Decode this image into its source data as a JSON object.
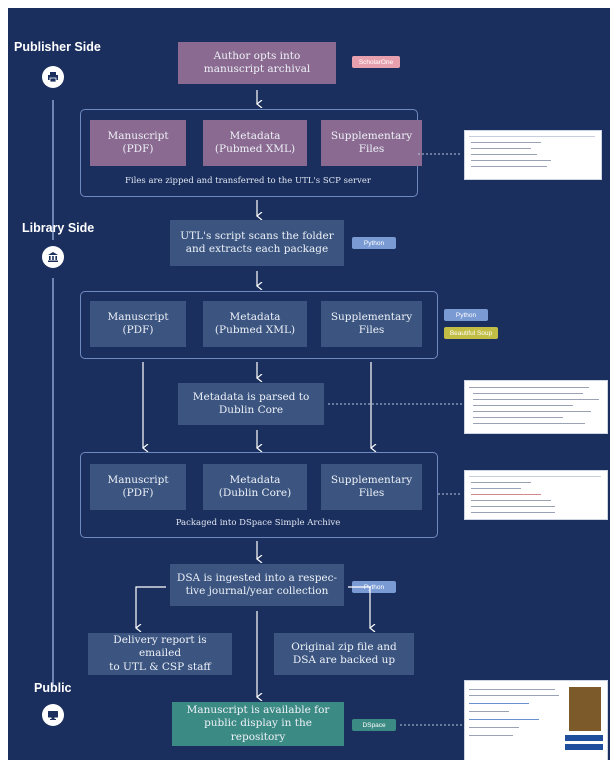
{
  "sides": {
    "publisher": "Publisher Side",
    "library": "Library Side",
    "public": "Public"
  },
  "icons": {
    "publisher": "printer-icon",
    "library": "library-icon",
    "public": "monitor-icon"
  },
  "boxes": {
    "author_opts": "Author opts into\nmanuscript archival",
    "files1": [
      "Manuscript\n(PDF)",
      "Metadata\n(Pubmed XML)",
      "Supplementary\nFiles"
    ],
    "script_scans": "UTL's script scans the folder\nand extracts each package",
    "files2": [
      "Manuscript\n(PDF)",
      "Metadata\n(Pubmed XML)",
      "Supplementary\nFiles"
    ],
    "metadata_parsed": "Metadata is parsed to\nDublin Core",
    "files3": [
      "Manuscript\n(PDF)",
      "Metadata\n(Dublin Core)",
      "Supplementary\nFiles"
    ],
    "dsa_ingested": "DSA is ingested into a respec-\ntive journal/year collection",
    "delivery_report": "Delivery report is emailed\nto UTL & CSP staff",
    "backed_up": "Original zip file and\nDSA are backed up",
    "available": "Manuscript is available for\npublic display in the repository"
  },
  "captions": {
    "zipped": "Files are zipped and  transferred to the UTL's SCP server",
    "packaged": "Packaged into DSpace Simple Archive"
  },
  "tags": {
    "scholarone": "ScholarOne",
    "python1": "Python",
    "python2": "Python",
    "beautiful_soup": "Beautiful Soup",
    "python3": "Python",
    "dspace": "DSpace"
  },
  "colors": {
    "background": "#1b2f5e",
    "pink_box": "#8a6a90",
    "blue_box": "#3b5580",
    "teal_box": "#3c8a84",
    "tag_pink": "#e7a0ad",
    "tag_blue": "#7a9ad3",
    "tag_yellow": "#c2bd45"
  }
}
